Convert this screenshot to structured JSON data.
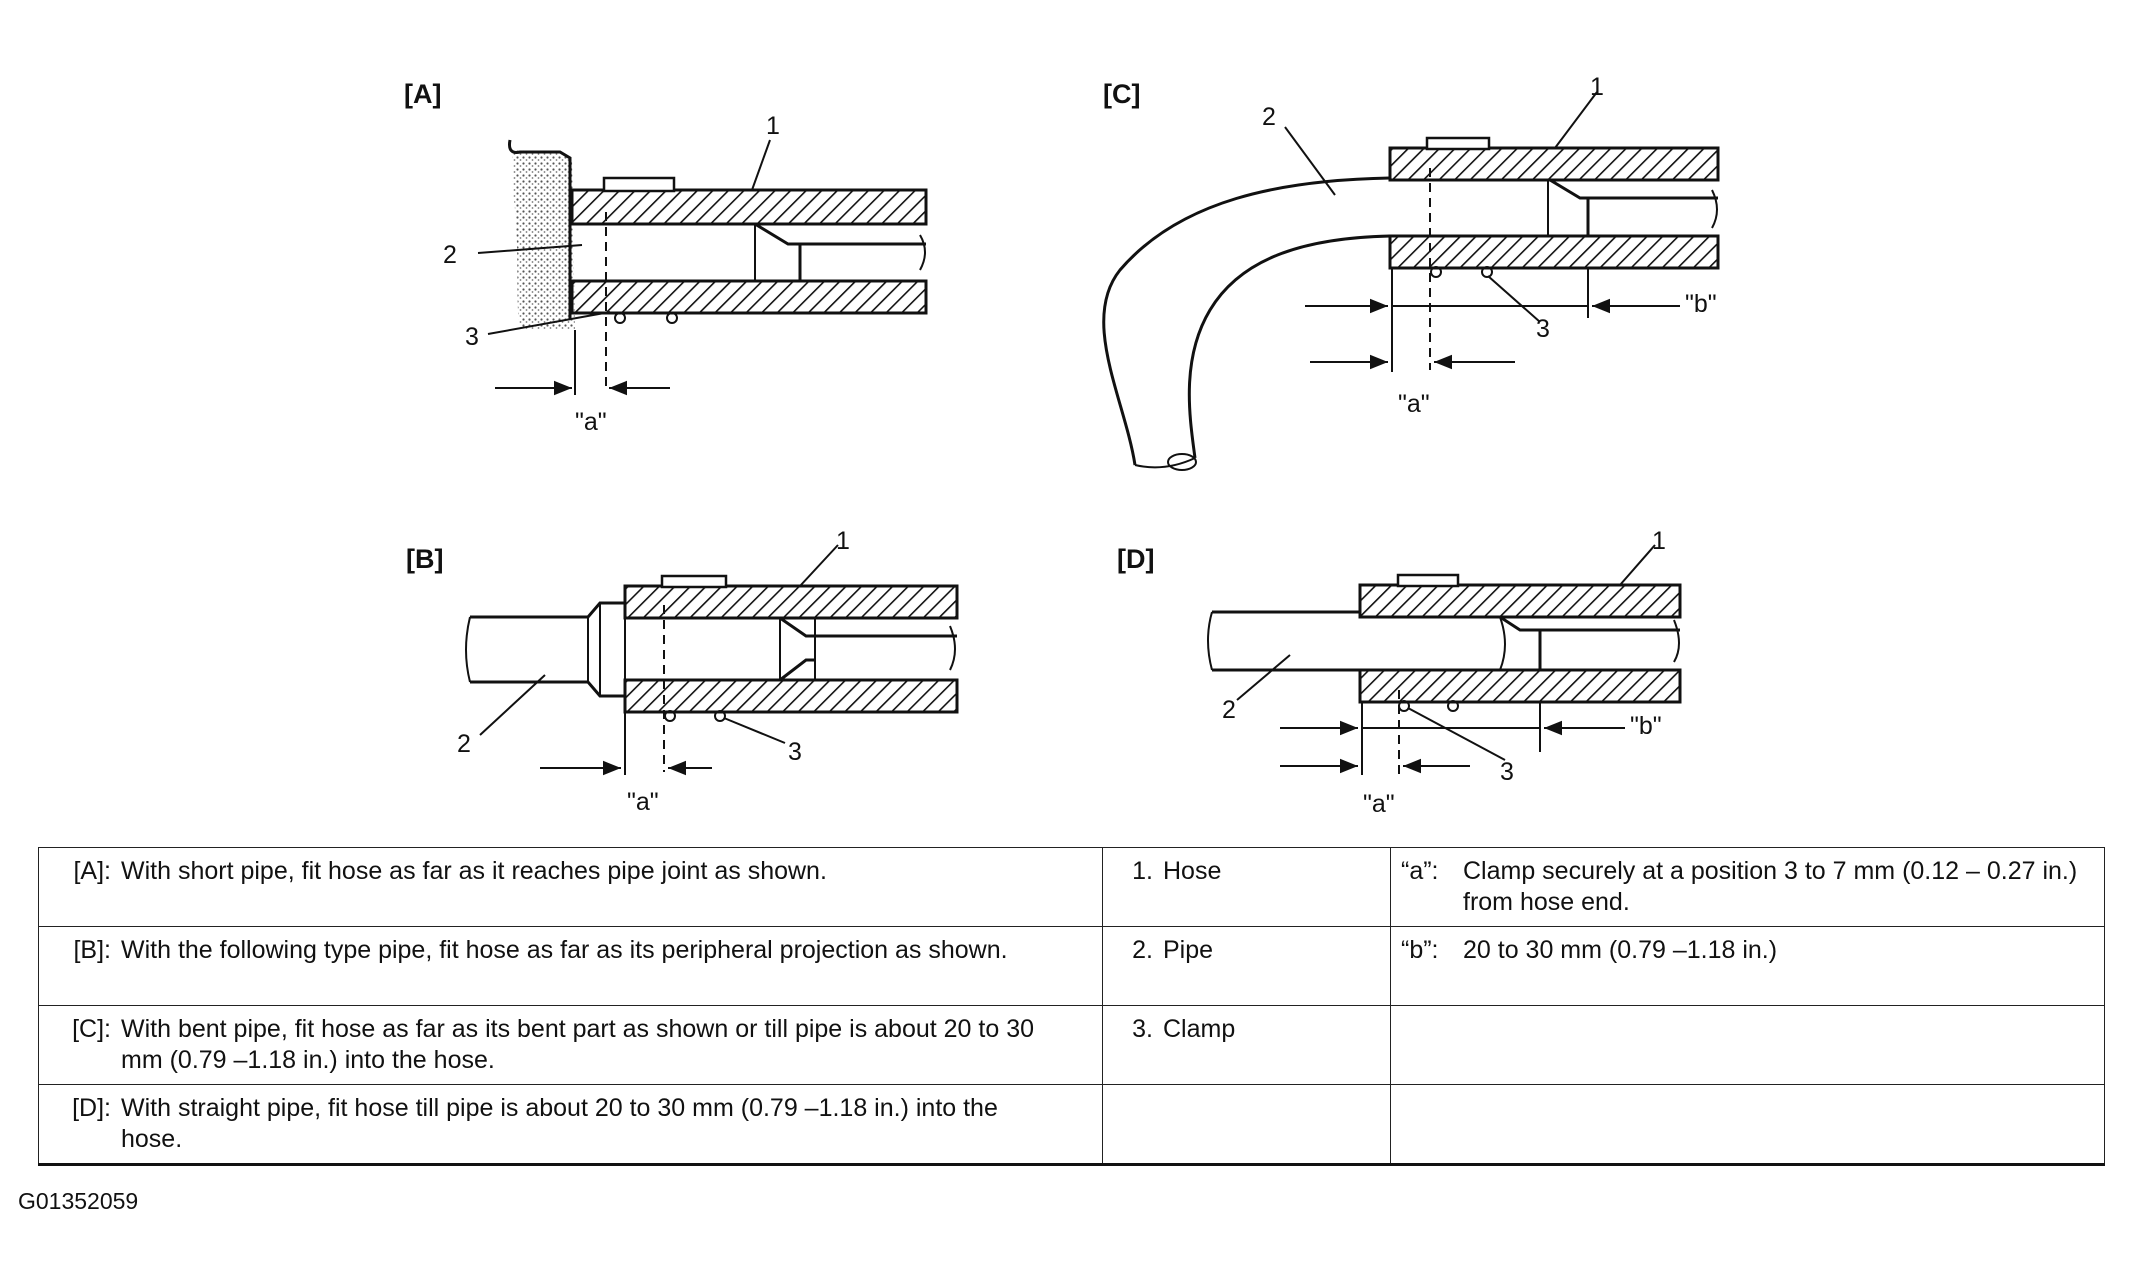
{
  "panels": {
    "A": "[A]",
    "B": "[B]",
    "C": "[C]",
    "D": "[D]"
  },
  "callouts": {
    "hose": "1",
    "pipe": "2",
    "clamp": "3",
    "dim_a": "\"a\"",
    "dim_b": "\"b\""
  },
  "legend": {
    "rows": [
      {
        "key": "[A]:",
        "text": "With short pipe, fit hose as far as it reaches pipe joint as shown.",
        "item_num": "1.",
        "item": "Hose",
        "dim_key": "“a”:",
        "dim_text": "Clamp securely at a position 3 to 7 mm (0.12 – 0.27 in.) from hose end."
      },
      {
        "key": "[B]:",
        "text": "With the following type pipe, fit hose as far as its peripheral projection as shown.",
        "item_num": "2.",
        "item": "Pipe",
        "dim_key": "“b”:",
        "dim_text": "20 to 30 mm (0.79 –1.18 in.)"
      },
      {
        "key": "[C]:",
        "text": "With bent pipe, fit hose as far as its bent part as shown or till pipe is about 20 to 30 mm (0.79 –1.18 in.) into the hose.",
        "item_num": "3.",
        "item": "Clamp",
        "dim_key": "",
        "dim_text": ""
      },
      {
        "key": "[D]:",
        "text": "With straight pipe, fit hose till pipe is about 20 to 30 mm (0.79 –1.18 in.) into the hose.",
        "item_num": "",
        "item": "",
        "dim_key": "",
        "dim_text": ""
      }
    ]
  },
  "figure_code": "G01352059"
}
